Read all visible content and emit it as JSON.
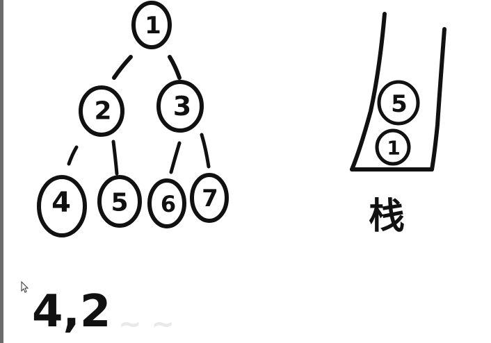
{
  "tree": {
    "nodes": [
      {
        "id": "1",
        "label": "1"
      },
      {
        "id": "2",
        "label": "2"
      },
      {
        "id": "3",
        "label": "3"
      },
      {
        "id": "4",
        "label": "4"
      },
      {
        "id": "5",
        "label": "5"
      },
      {
        "id": "6",
        "label": "6"
      },
      {
        "id": "7",
        "label": "7"
      }
    ],
    "edges": [
      [
        "1",
        "2"
      ],
      [
        "1",
        "3"
      ],
      [
        "2",
        "4"
      ],
      [
        "2",
        "5"
      ],
      [
        "3",
        "6"
      ],
      [
        "3",
        "7"
      ]
    ]
  },
  "stack": {
    "caption": "栈",
    "items_top_to_bottom": [
      "5",
      "1"
    ]
  },
  "output": {
    "sequence": "4,2"
  }
}
